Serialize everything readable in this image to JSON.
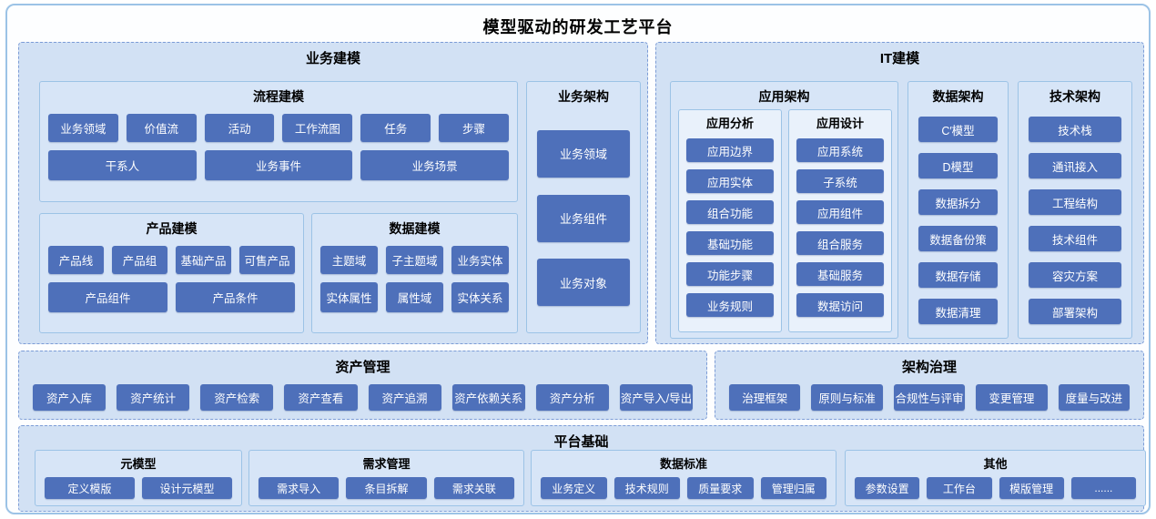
{
  "title": "模型驱动的研发工艺平台",
  "colors": {
    "button_fill": "#4e70ba",
    "button_text": "#ffffff",
    "panel_fill": "#d2e1f4",
    "inner_panel_fill": "#d7e5f7",
    "light_panel_fill": "#e9f1fb",
    "panel_border": "#9cc3e6",
    "dashed_border": "#7c9cd6",
    "title_text": "#000000"
  },
  "sections": {
    "business_modeling": {
      "title": "业务建模",
      "process_modeling": {
        "title": "流程建模",
        "row1": [
          "业务领域",
          "价值流",
          "活动",
          "工作流图",
          "任务",
          "步骤"
        ],
        "row2": [
          "干系人",
          "业务事件",
          "业务场景"
        ]
      },
      "product_modeling": {
        "title": "产品建模",
        "row1": [
          "产品线",
          "产品组",
          "基础产品",
          "可售产品"
        ],
        "row2": [
          "产品组件",
          "产品条件"
        ]
      },
      "data_modeling": {
        "title": "数据建模",
        "row1": [
          "主题域",
          "子主题域",
          "业务实体"
        ],
        "row2": [
          "实体属性",
          "属性域",
          "实体关系"
        ]
      },
      "business_architecture": {
        "title": "业务架构",
        "items": [
          "业务领域",
          "业务组件",
          "业务对象"
        ]
      }
    },
    "it_modeling": {
      "title": "IT建模",
      "application_architecture": {
        "title": "应用架构",
        "application_analysis": {
          "title": "应用分析",
          "items": [
            "应用边界",
            "应用实体",
            "组合功能",
            "基础功能",
            "功能步骤",
            "业务规则"
          ]
        },
        "application_design": {
          "title": "应用设计",
          "items": [
            "应用系统",
            "子系统",
            "应用组件",
            "组合服务",
            "基础服务",
            "数据访问"
          ]
        }
      },
      "data_architecture": {
        "title": "数据架构",
        "items": [
          "C′模型",
          "D模型",
          "数据拆分",
          "数据备份策",
          "数据存储",
          "数据清理"
        ]
      },
      "technology_architecture": {
        "title": "技术架构",
        "items": [
          "技术栈",
          "通讯接入",
          "工程结构",
          "技术组件",
          "容灾方案",
          "部署架构"
        ]
      }
    },
    "asset_management": {
      "title": "资产管理",
      "items": [
        "资产入库",
        "资产统计",
        "资产检索",
        "资产查看",
        "资产追溯",
        "资产依赖关系",
        "资产分析",
        "资产导入/导出"
      ]
    },
    "architecture_governance": {
      "title": "架构治理",
      "items": [
        "治理框架",
        "原则与标准",
        "合规性与评审",
        "变更管理",
        "度量与改进"
      ]
    },
    "platform_foundation": {
      "title": "平台基础",
      "meta_model": {
        "title": "元模型",
        "items": [
          "定义模版",
          "设计元模型"
        ]
      },
      "requirement_management": {
        "title": "需求管理",
        "items": [
          "需求导入",
          "条目拆解",
          "需求关联"
        ]
      },
      "data_standard": {
        "title": "数据标准",
        "items": [
          "业务定义",
          "技术规则",
          "质量要求",
          "管理归属"
        ]
      },
      "others": {
        "title": "其他",
        "items": [
          "参数设置",
          "工作台",
          "模版管理",
          "......"
        ]
      }
    }
  }
}
